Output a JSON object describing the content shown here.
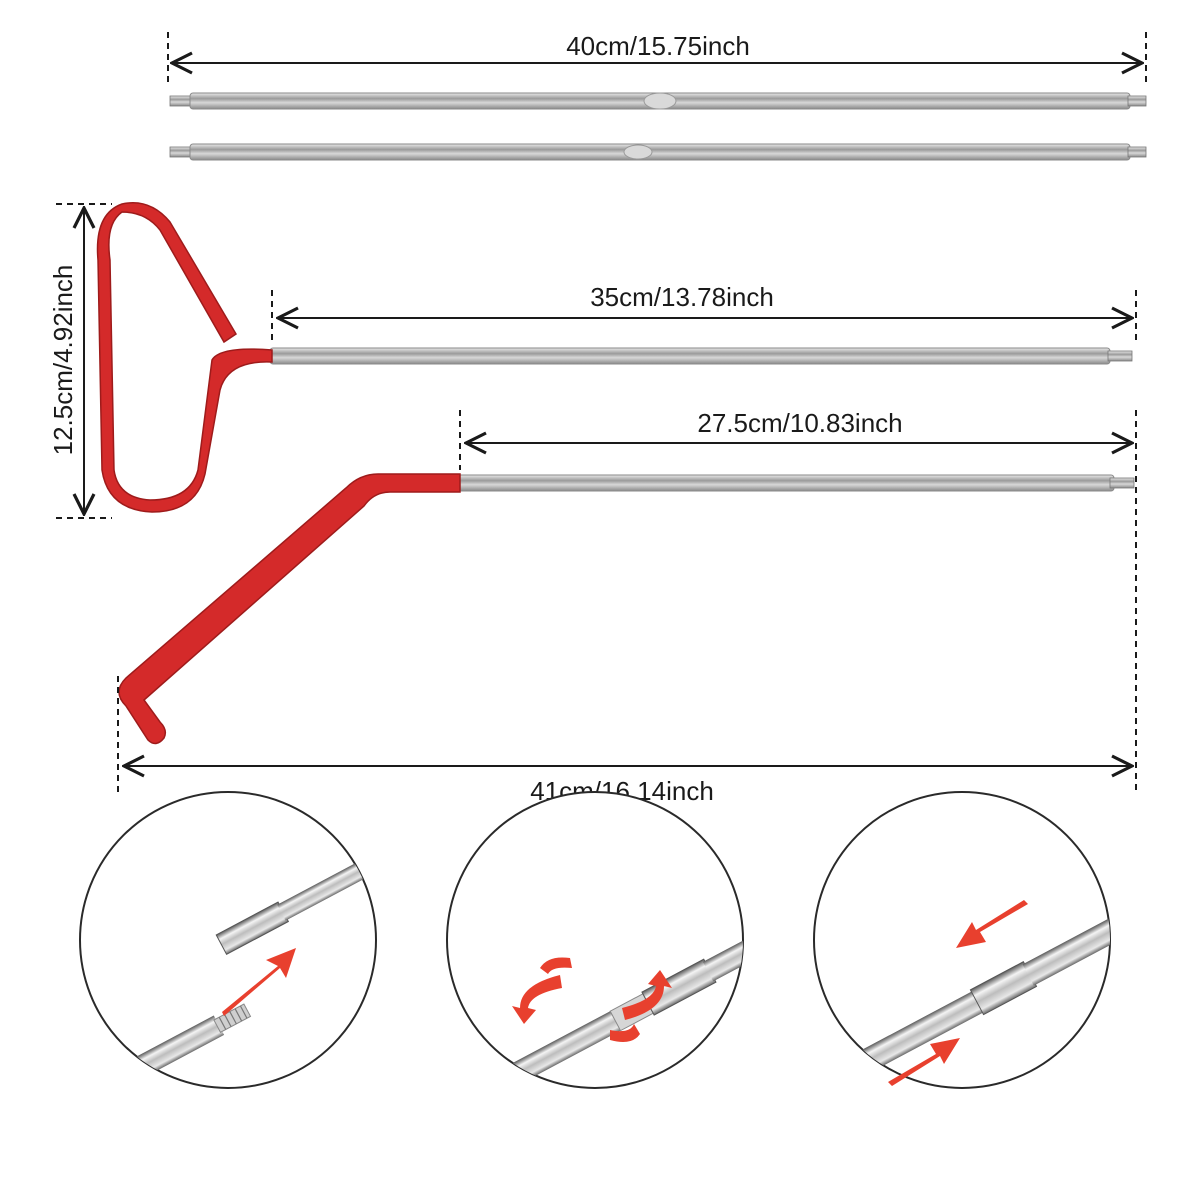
{
  "dimensions": {
    "long_rod": "40cm/15.75inch",
    "t_handle_rod": "35cm/13.78inch",
    "hook_rod_straight": "27.5cm/10.83inch",
    "hook_rod_total": "41cm/16.14inch",
    "handle_height": "12.5cm/4.92inch"
  },
  "steps": [
    {
      "name": "align-threads",
      "arrow": "straight-arrow"
    },
    {
      "name": "twist-to-connect",
      "arrow": "rotate-arrows"
    },
    {
      "name": "connected",
      "arrow": "opposing-arrows"
    }
  ],
  "colors": {
    "handle_red": "#d42a2a",
    "steel": "#b8b8b8",
    "arrow_red": "#e8402e",
    "dimension_line": "#1a1a1a"
  }
}
